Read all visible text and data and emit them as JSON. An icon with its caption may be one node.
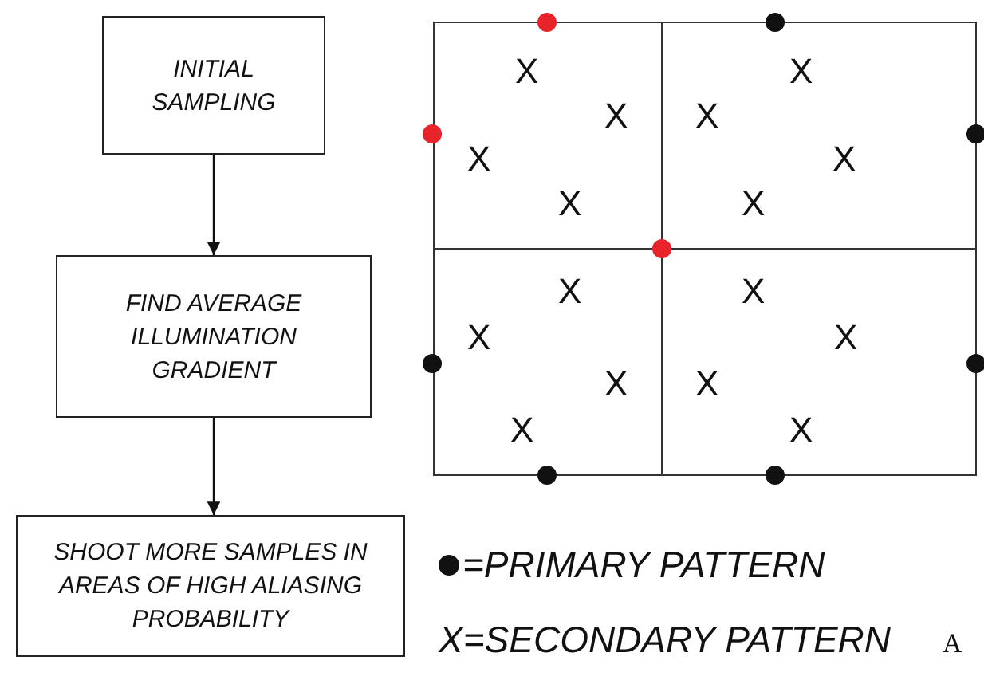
{
  "diagram": {
    "nodes": [
      {
        "text": [
          "INITIAL SAMPLING"
        ]
      },
      {
        "text": [
          "FIND AVERAGE ILLUMINATION GRADIENT"
        ]
      },
      {
        "text": [
          "SHOOT MORE SAMPLES IN AREAS OF HIGH ALIASING PROBABILITY"
        ]
      }
    ],
    "edges": [
      {
        "from": 0,
        "to": 1,
        "arrow": "to"
      },
      {
        "from": 1,
        "to": 2,
        "arrow": "to"
      }
    ],
    "labels": [
      "X",
      "X",
      "X",
      "X",
      "X",
      "X",
      "X",
      "X",
      "X",
      "X",
      "X",
      "X",
      "X",
      "X",
      "X",
      "X",
      "A"
    ],
    "legend": [
      {
        "text": "=PRIMARY PATTERN"
      },
      {
        "text": "X=SECONDARY PATTERN"
      }
    ]
  }
}
